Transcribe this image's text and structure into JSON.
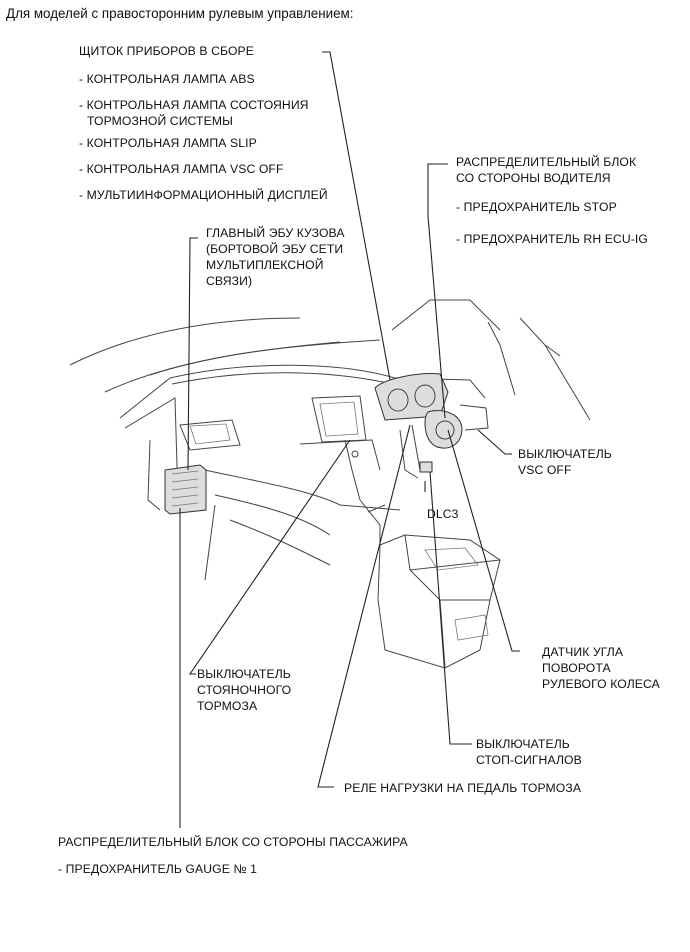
{
  "title": "Для моделей с правосторонним рулевым управлением:",
  "labels": {
    "meter": "ЩИТОК ПРИБОРОВ В СБОРЕ",
    "meter_abs": "- КОНТРОЛЬНАЯ ЛАМПА ABS",
    "meter_brake_1": "- КОНТРОЛЬНАЯ ЛАМПА СОСТОЯНИЯ",
    "meter_brake_2": "ТОРМОЗНОЙ СИСТЕМЫ",
    "meter_slip": "- КОНТРОЛЬНАЯ ЛАМПА SLIP",
    "meter_vsc": "- КОНТРОЛЬНАЯ ЛАМПА VSC OFF",
    "meter_mid": "- МУЛЬТИИНФОРМАЦИОННЫЙ ДИСПЛЕЙ",
    "main_ecu_1": "ГЛАВНЫЙ ЭБУ КУЗОВА",
    "main_ecu_2": "(БОРТОВОЙ ЭБУ СЕТИ",
    "main_ecu_3": "МУЛЬТИПЛЕКСНОЙ",
    "main_ecu_4": "СВЯЗИ)",
    "driver_jb_1": "РАСПРЕДЕЛИТЕЛЬНЫЙ БЛОК",
    "driver_jb_2": "СО СТОРОНЫ ВОДИТЕЛЯ",
    "fuse_stop": "- ПРЕДОХРАНИТЕЛЬ STOP",
    "fuse_rh_ecu": "- ПРЕДОХРАНИТЕЛЬ RH ECU-IG",
    "vsc_switch_1": "ВЫКЛЮЧАТЕЛЬ",
    "vsc_switch_2": "VSC OFF",
    "dlc3": "DLC3",
    "steer_sensor_1": "ДАТЧИК УГЛА",
    "steer_sensor_2": "ПОВОРОТА",
    "steer_sensor_3": "РУЛЕВОГО КОЛЕСА",
    "parking_1": "ВЫКЛЮЧАТЕЛЬ",
    "parking_2": "СТОЯНОЧНОГО",
    "parking_3": "ТОРМОЗА",
    "stop_light_1": "ВЫКЛЮЧАТЕЛЬ",
    "stop_light_2": "СТОП-СИГНАЛОВ",
    "pedal_relay": "РЕЛЕ НАГРУЗКИ НА ПЕДАЛЬ ТОРМОЗА",
    "passenger_jb": "РАСПРЕДЕЛИТЕЛЬНЫЙ БЛОК СО СТОРОНЫ ПАССАЖИРА",
    "fuse_gauge": "- ПРЕДОХРАНИТЕЛЬ GAUGE № 1"
  }
}
